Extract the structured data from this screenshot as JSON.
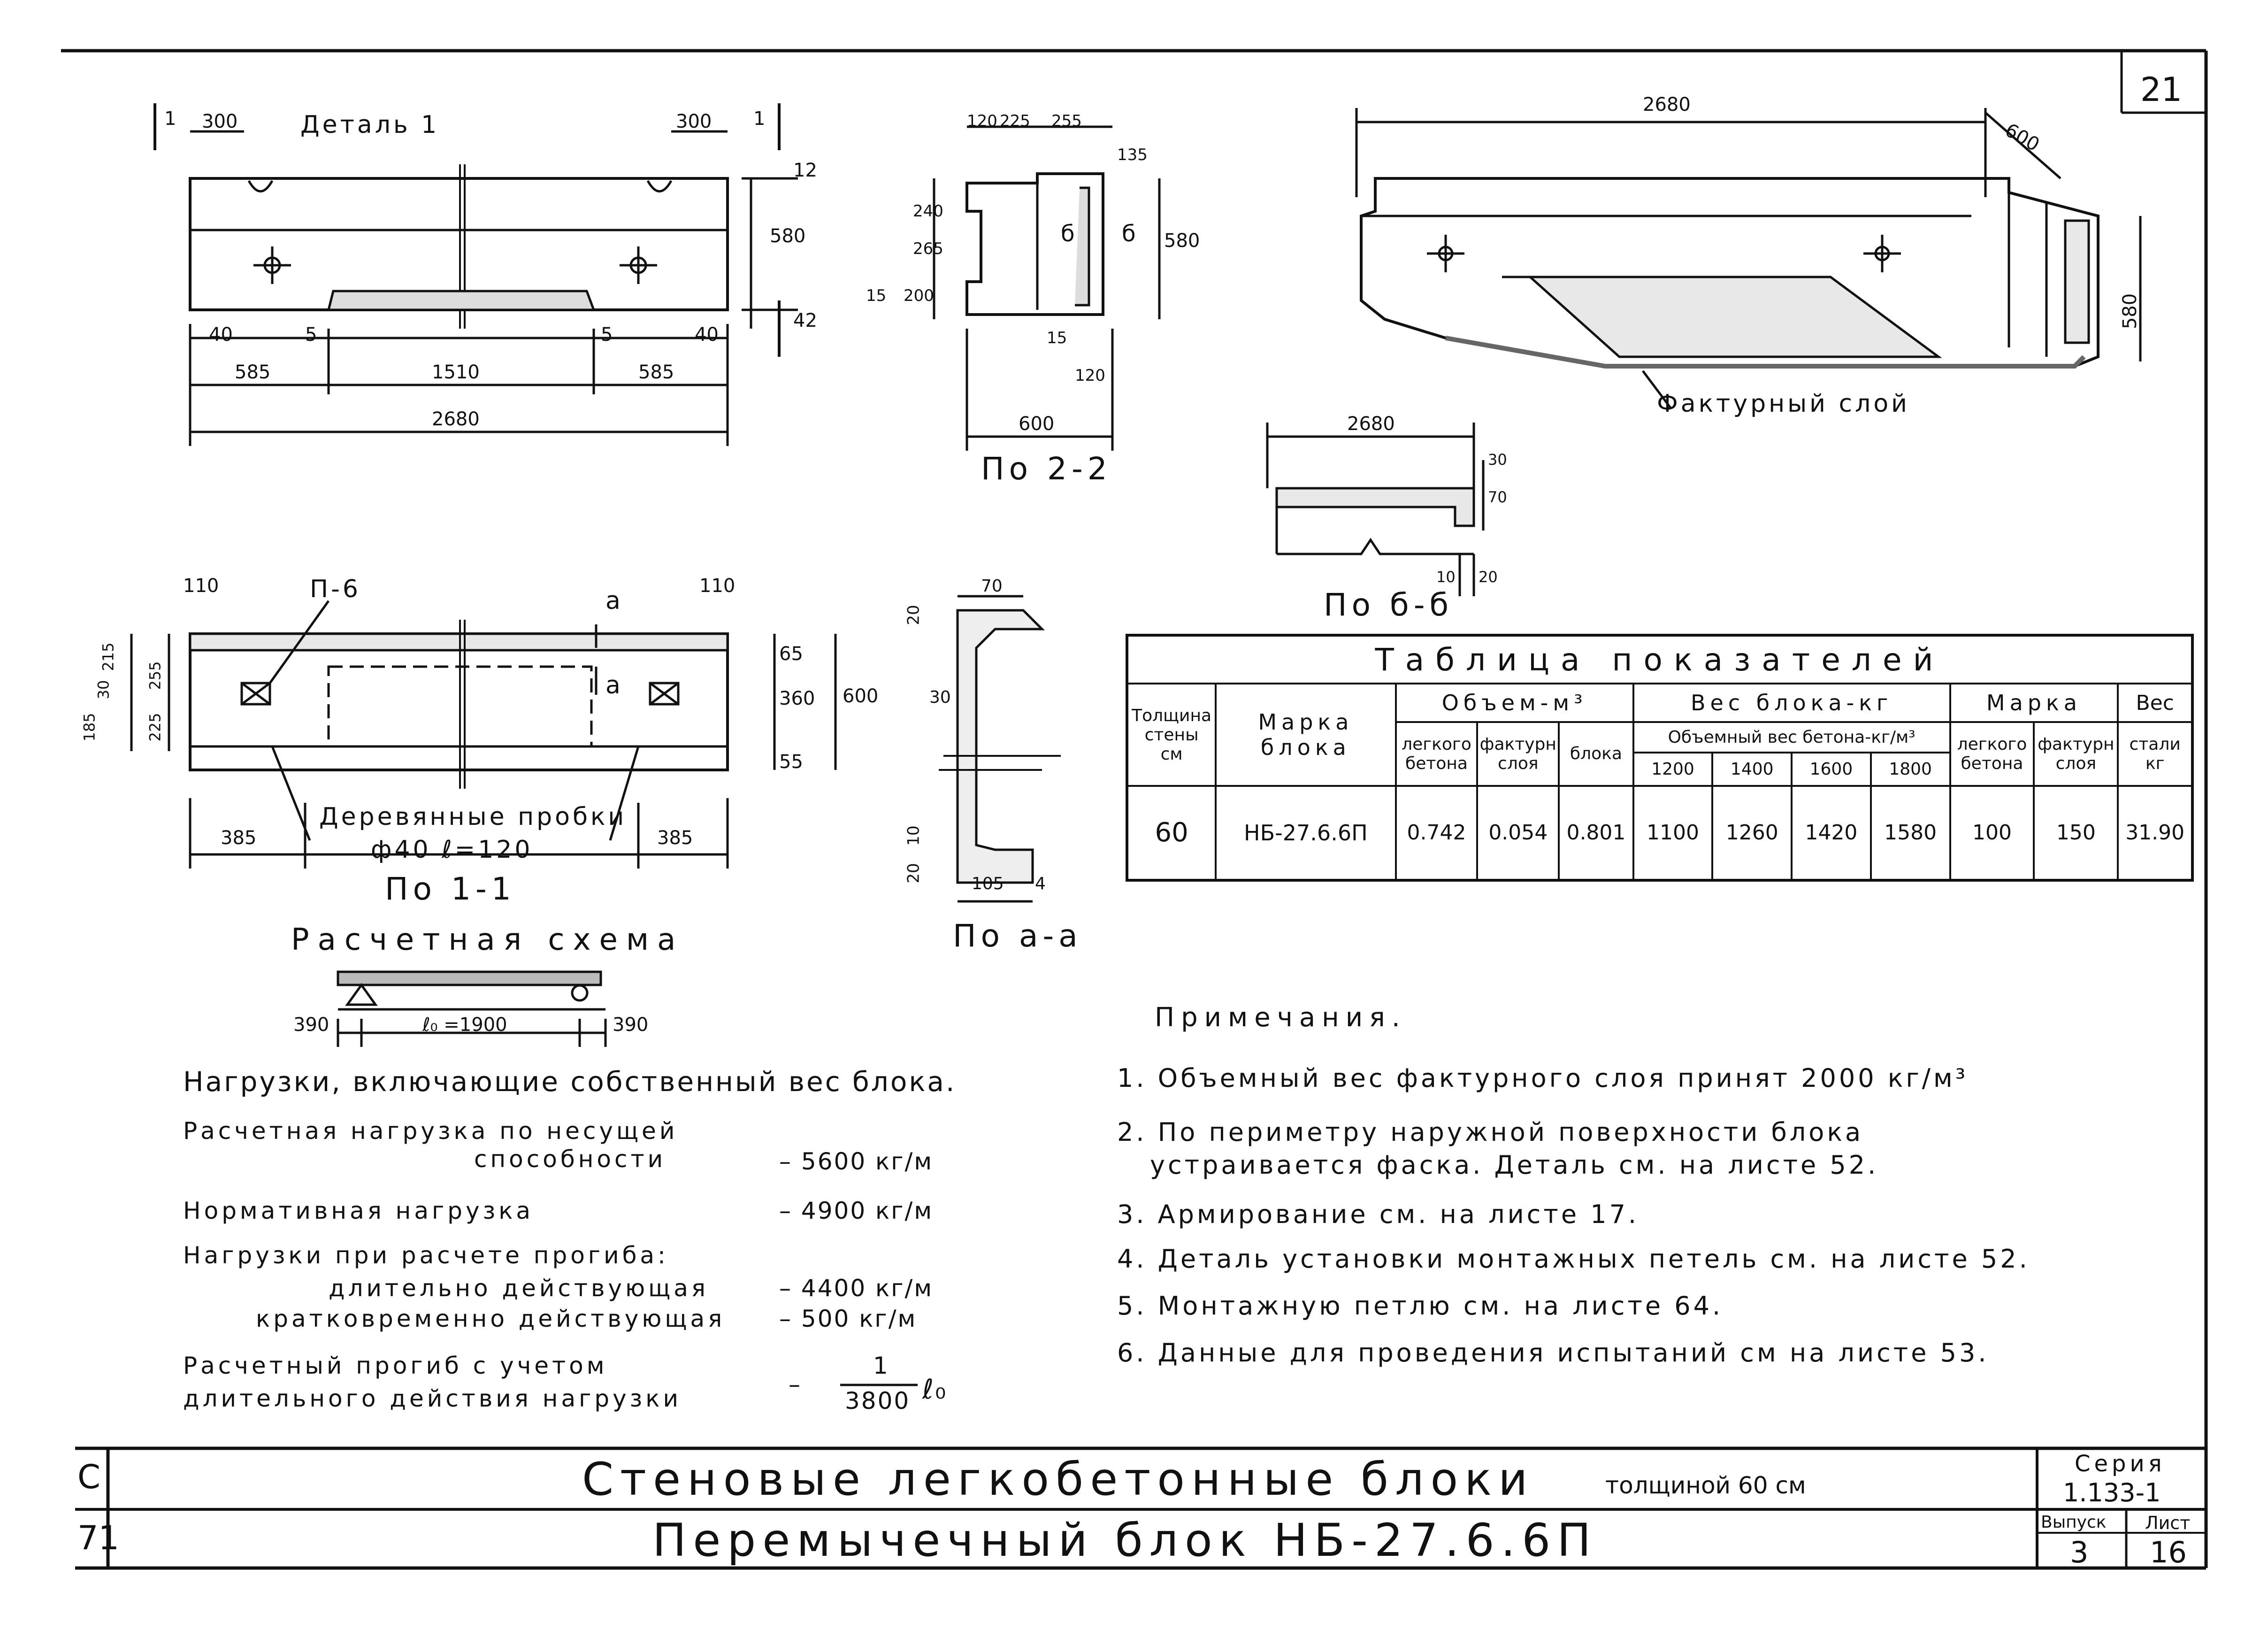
{
  "sheet": {
    "number": "21"
  },
  "drawing": {
    "detail_label": "Деталь 1",
    "section_1_mark": "1",
    "dims_top": {
      "left_300": "300",
      "right_300": "300",
      "h_12": "12",
      "h_580": "580",
      "h_42": "42",
      "d40": "40",
      "d5": "5",
      "d5b": "5",
      "d40b": "40",
      "d585": "585",
      "d1510": "1510",
      "d585b": "585",
      "d2680": "2680"
    },
    "sec22": {
      "d120": "120",
      "d225": "225",
      "d255": "255",
      "d135": "135",
      "d240": "240",
      "d265": "265",
      "d15": "15",
      "d200": "200",
      "d580": "580",
      "mark_b1": "б",
      "mark_b2": "б",
      "d15b": "15",
      "d120b": "120",
      "d600": "600",
      "caption": "По 2-2"
    },
    "iso": {
      "d2680": "2680",
      "d600": "600",
      "d580": "580",
      "layer_label": "Фактурный слой"
    },
    "secbb": {
      "d2680": "2680",
      "d30": "30",
      "d70": "70",
      "d10": "10",
      "d20": "20",
      "caption": "По б-б"
    },
    "plan": {
      "d110a": "110",
      "d110b": "110",
      "p6": "П-6",
      "mark_a": "а",
      "mark_a2": "а",
      "d65": "65",
      "d360": "360",
      "d600": "600",
      "d55": "55",
      "l185": "185",
      "l30": "30",
      "l215": "215",
      "l255": "255",
      "l225": "225",
      "d385a": "385",
      "d385b": "385",
      "plugs_1": "Деревянные пробки",
      "plugs_2": "ф40 ℓ=120",
      "caption": "По 1-1"
    },
    "secaa": {
      "d70": "70",
      "d20": "20",
      "d30": "30",
      "d10": "10",
      "d20b": "20",
      "d105": "105",
      "d4": "4",
      "caption": "По а-а"
    },
    "scheme": {
      "title": "Расчетная схема",
      "d390a": "390",
      "span": "ℓ₀ =1900",
      "d390b": "390"
    }
  },
  "loads": {
    "heading": "Нагрузки, включающие собственный вес блока.",
    "r1a": "Расчетная нагрузка по несущей",
    "r1b": "способности",
    "v1": "– 5600 кг/м",
    "r2": "Нормативная нагрузка",
    "v2": "– 4900 кг/м",
    "r3": "Нагрузки при расчете прогиба:",
    "r4": "длительно действующая",
    "v4": "– 4400 кг/м",
    "r5": "кратковременно действующая",
    "v5": "– 500 кг/м",
    "r6a": "Расчетный прогиб с учетом",
    "r6b": "длительного действия нагрузки",
    "v6_dash": "–",
    "v6_num": "1",
    "v6_den": "3800",
    "v6_l": "ℓ₀"
  },
  "table": {
    "title": "Таблица показателей",
    "h_thickness": [
      "Толщина",
      "стены",
      "см"
    ],
    "h_mark": [
      "Марка",
      "блока"
    ],
    "h_volume": "Объем-м³",
    "h_vol_light": [
      "легкого",
      "бетона"
    ],
    "h_vol_fact": [
      "фактурн",
      "слоя"
    ],
    "h_vol_block": "блока",
    "h_weight": "Вес блока-кг",
    "h_weight_sub": "Объемный вес бетона-кг/м³",
    "h_weight_cols": [
      "1200",
      "1400",
      "1600",
      "1800"
    ],
    "h_grade": "Марка",
    "h_grade_light": [
      "легкого",
      "бетона"
    ],
    "h_grade_fact": [
      "фактурн",
      "слоя"
    ],
    "h_steel": [
      "Вес",
      "стали",
      "кг"
    ],
    "row": [
      "60",
      "НБ-27.6.6П",
      "0.742",
      "0.054",
      "0.801",
      "1100",
      "1260",
      "1420",
      "1580",
      "100",
      "150",
      "31.90"
    ]
  },
  "notes": {
    "heading": "Примечания.",
    "items": [
      "1. Объемный вес фактурного слоя принят 2000 кг/м³",
      "2. По периметру наружной поверхности блока",
      "устраивается фаска. Деталь см. на листе 52.",
      "3. Армирование см. на листе 17.",
      "4. Деталь установки монтажных петель см. на листе 52.",
      "5. Монтажную петлю см. на листе 64.",
      "6. Данные для проведения испытаний см на листе 53."
    ]
  },
  "stamp": {
    "left_mark_1": "С",
    "left_mark_2": "71",
    "title_main": "Стеновые легкобетонные блоки",
    "title_sub": "толщиной 60 см",
    "title_block": "Перемычечный блок НБ-27.6.6П",
    "series_label": "Серия",
    "series_value": "1.133-1",
    "issue_label": "Выпуск",
    "issue_value": "3",
    "sheet_label": "Лист",
    "sheet_value": "16"
  }
}
